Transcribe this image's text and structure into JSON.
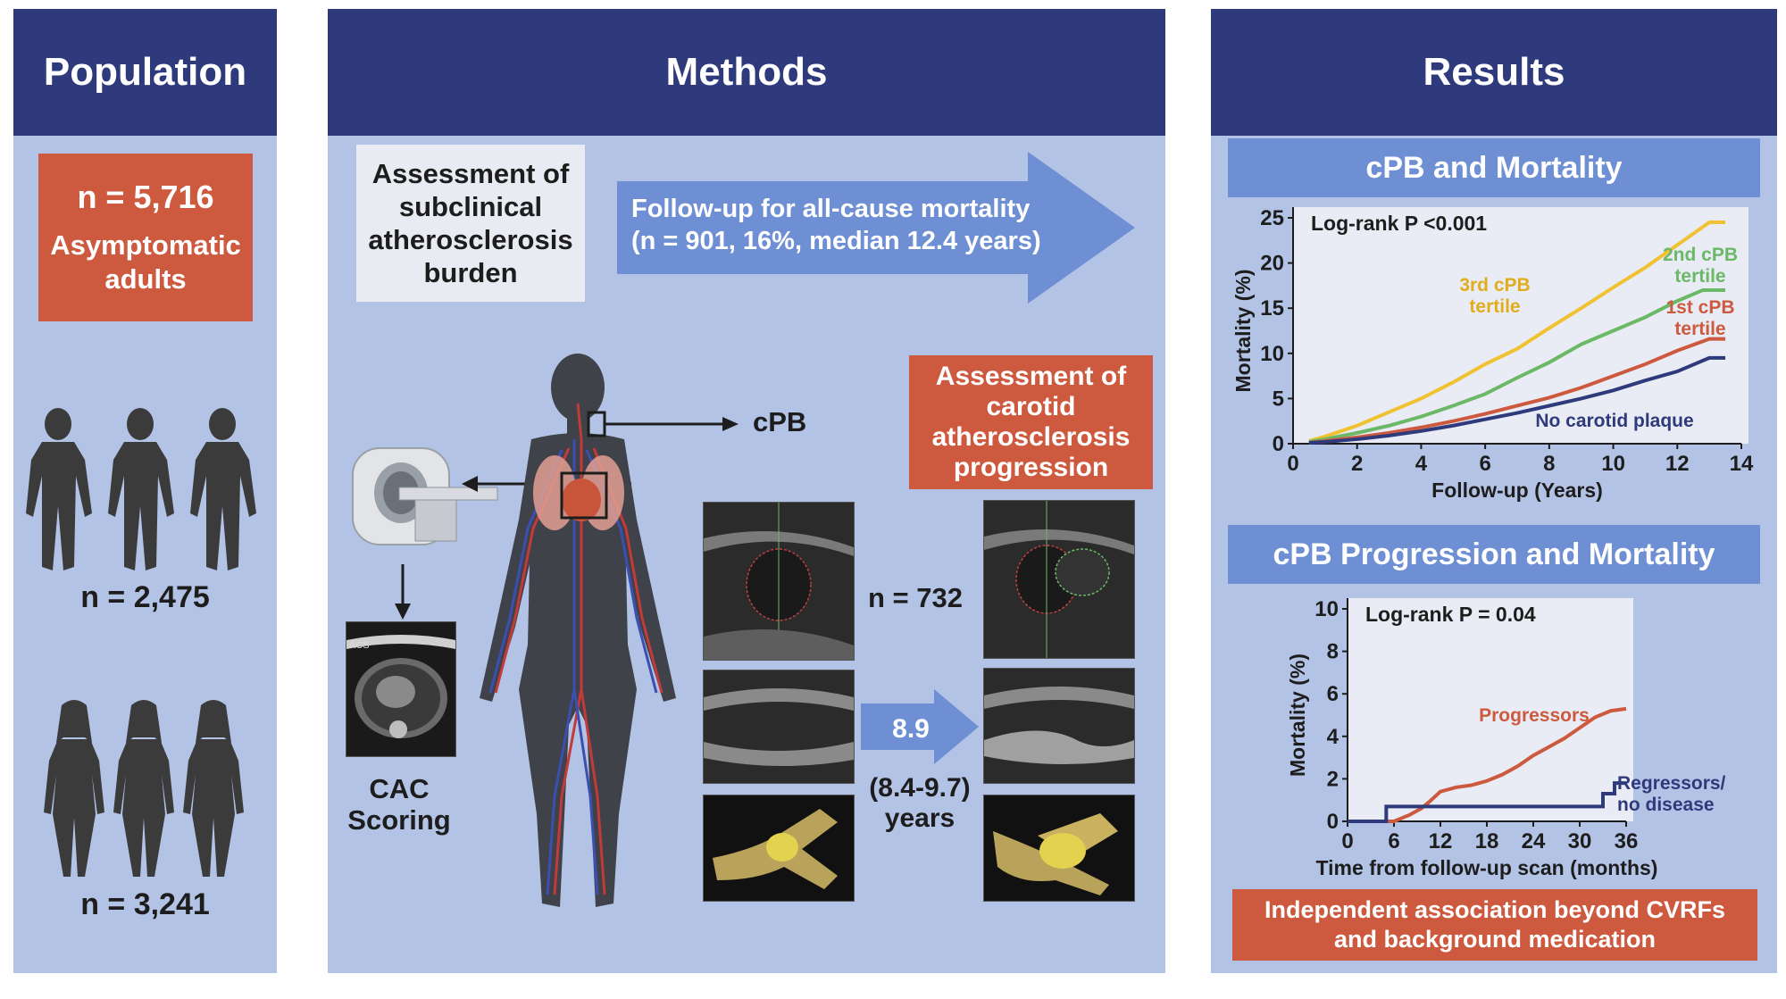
{
  "population": {
    "header": "Population",
    "total_n": "n = 5,716",
    "total_desc": "Asymptomatic adults",
    "men_n": "n = 2,475",
    "women_n": "n = 3,241"
  },
  "methods": {
    "header": "Methods",
    "assessment_subclinical": "Assessment of subclinical atherosclerosis burden",
    "followup_line1": "Follow-up for all-cause mortality",
    "followup_line2": "(n = 901, 16%, median 12.4 years)",
    "cpb_label": "cPB",
    "cac_line1": "CAC",
    "cac_line2": "Scoring",
    "ct_tag": "ACS",
    "assessment_carotid": "Assessment of carotid atherosclerosis progression",
    "n732": "n = 732",
    "years_value": "8.9",
    "years_range": "(8.4-9.7)",
    "years_word": "years"
  },
  "results": {
    "header": "Results",
    "chart1_title": "cPB and Mortality",
    "chart2_title": "cPB Progression and Mortality",
    "conclusion": "Independent association beyond CVRFs and background medication"
  },
  "chart_data": [
    {
      "type": "line",
      "title": "cPB and Mortality",
      "annotation": "Log-rank P <0.001",
      "xlabel": "Follow-up (Years)",
      "ylabel": "Mortality (%)",
      "xlim": [
        0,
        14
      ],
      "ylim": [
        0,
        25
      ],
      "xticks": [
        0,
        2,
        4,
        6,
        8,
        10,
        12,
        14
      ],
      "yticks": [
        0,
        5,
        10,
        15,
        20,
        25
      ],
      "series": [
        {
          "name": "3rd cPB tertile",
          "label_lines": [
            "3rd cPB",
            "tertile"
          ],
          "color": "#f0c232",
          "x": [
            0.5,
            1,
            2,
            3,
            4,
            5,
            6,
            7,
            8,
            9,
            10,
            11,
            12,
            13,
            13.5
          ],
          "y": [
            0.3,
            0.8,
            2,
            3.5,
            5,
            6.8,
            8.8,
            10.5,
            12.8,
            15,
            17.3,
            19.5,
            22,
            24.5,
            24.5
          ]
        },
        {
          "name": "2nd cPB tertile",
          "label_lines": [
            "2nd cPB",
            "tertile"
          ],
          "color": "#6bb866",
          "x": [
            0.5,
            1,
            2,
            3,
            4,
            5,
            6,
            7,
            8,
            9,
            10,
            11,
            12,
            12.8,
            13.5
          ],
          "y": [
            0.2,
            0.5,
            1.2,
            2,
            3,
            4.2,
            5.5,
            7.3,
            9,
            11,
            12.5,
            14,
            15.8,
            17,
            17
          ]
        },
        {
          "name": "1st cPB tertile",
          "label_lines": [
            "1st cPB",
            "tertile"
          ],
          "color": "#cd5a3f",
          "x": [
            0.5,
            1,
            2,
            3,
            4,
            5,
            6,
            7,
            8,
            9,
            10,
            11,
            12,
            13,
            13.5
          ],
          "y": [
            0.1,
            0.3,
            0.7,
            1.2,
            1.8,
            2.5,
            3.3,
            4.2,
            5.1,
            6.2,
            7.5,
            8.8,
            10.3,
            11.6,
            11.6
          ]
        },
        {
          "name": "No carotid plaque",
          "label_lines": [
            "No carotid plaque"
          ],
          "color": "#2e3a7b",
          "x": [
            0.5,
            1,
            2,
            3,
            4,
            5,
            6,
            7,
            8,
            9,
            10,
            11,
            12,
            13,
            13.5
          ],
          "y": [
            0.1,
            0.2,
            0.5,
            0.9,
            1.4,
            2,
            2.7,
            3.4,
            4.2,
            5,
            5.9,
            7,
            8,
            9.5,
            9.5
          ]
        }
      ]
    },
    {
      "type": "line",
      "title": "cPB Progression and Mortality",
      "annotation": "Log-rank P = 0.04",
      "xlabel": "Time from follow-up scan (months)",
      "ylabel": "Mortality (%)",
      "xlim": [
        0,
        36
      ],
      "ylim": [
        0,
        10
      ],
      "xticks": [
        0,
        6,
        12,
        18,
        24,
        30,
        36
      ],
      "yticks": [
        0,
        2,
        4,
        6,
        8,
        10
      ],
      "series": [
        {
          "name": "Progressors",
          "label_lines": [
            "Progressors"
          ],
          "color": "#cd5a3f",
          "x": [
            0,
            6,
            8,
            9.5,
            10.5,
            12,
            14,
            16,
            18,
            20,
            22,
            24,
            26,
            28,
            30,
            32,
            34,
            36
          ],
          "y": [
            0,
            0,
            0.3,
            0.6,
            0.9,
            1.4,
            1.6,
            1.7,
            1.9,
            2.2,
            2.6,
            3.1,
            3.5,
            3.9,
            4.4,
            4.9,
            5.2,
            5.3
          ]
        },
        {
          "name": "Regressors/ no disease",
          "label_lines": [
            "Regressors/",
            "no disease"
          ],
          "color": "#2e3a7b",
          "x": [
            0,
            5,
            5,
            33,
            33,
            34.5,
            34.5,
            36
          ],
          "y": [
            0,
            0,
            0.7,
            0.7,
            1.3,
            1.3,
            1.8,
            1.8
          ]
        }
      ]
    }
  ]
}
